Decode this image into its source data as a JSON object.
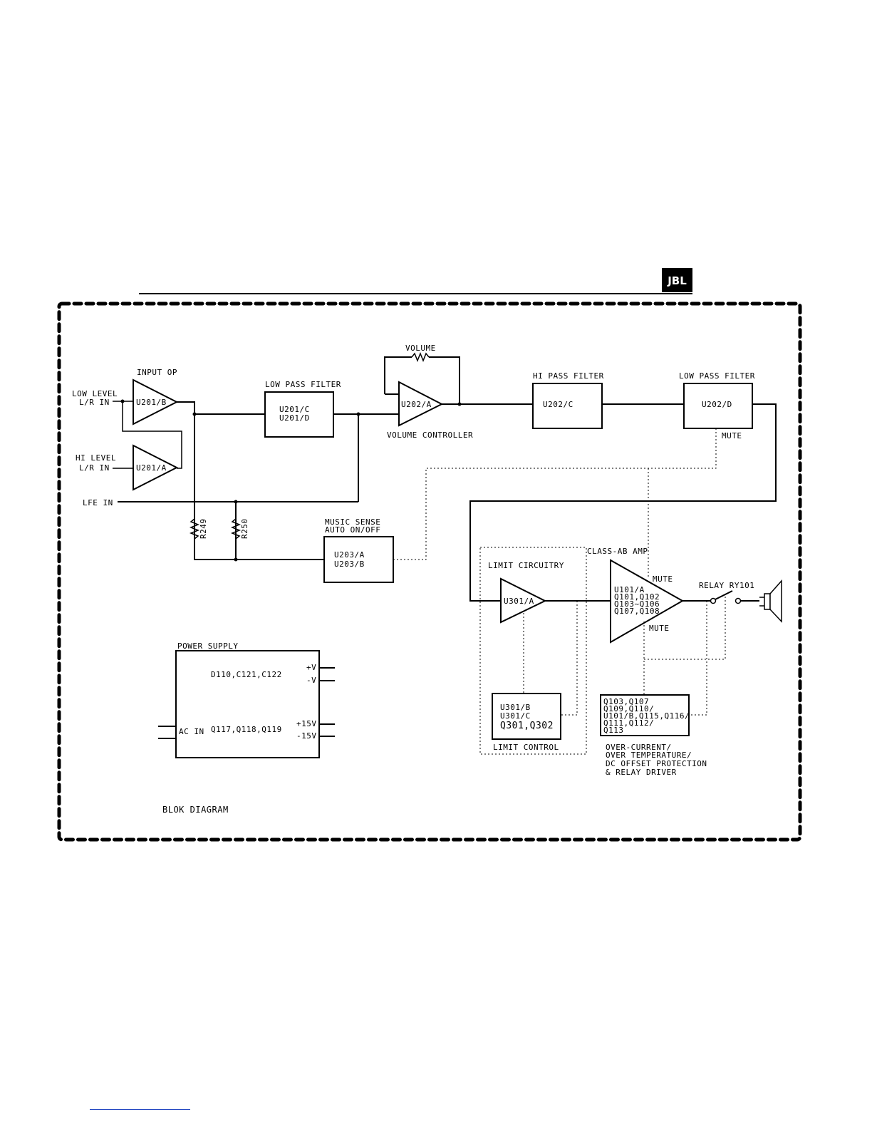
{
  "brand": {
    "logo_text": "JBL"
  },
  "diagram": {
    "title": "BLOK DIAGRAM",
    "inputs": {
      "low_level_1": "LOW LEVEL",
      "low_level_2": "L/R IN",
      "hi_level_1": "HI LEVEL",
      "hi_level_2": "L/R IN",
      "lfe": "LFE IN"
    },
    "input_op": {
      "label": "INPUT OP",
      "u201b": "U201/B",
      "u201a": "U201/A"
    },
    "lpf1": {
      "label": "LOW PASS FILTER",
      "line1": "U201/C",
      "line2": "U201/D"
    },
    "volume": {
      "label": "VOLUME",
      "opamp": "U202/A",
      "controller": "VOLUME CONTROLLER"
    },
    "hpf": {
      "label": "HI PASS FILTER",
      "part": "U202/C"
    },
    "lpf2": {
      "label": "LOW PASS FILTER",
      "part": "U202/D",
      "mute": "MUTE"
    },
    "resistors": {
      "r249": "R249",
      "r250": "R250"
    },
    "music_sense": {
      "label1": "MUSIC SENSE",
      "label2": "AUTO ON/OFF",
      "line1": "U203/A",
      "line2": "U203/B"
    },
    "limit": {
      "circuitry": "LIMIT CIRCUITRY",
      "opamp": "U301/A",
      "ctrl_line1": "U301/B",
      "ctrl_line2": "U301/C",
      "ctrl_line3": "Q301,Q302",
      "control_label": "LIMIT CONTROL"
    },
    "amp": {
      "label": "CLASS-AB AMP",
      "line1": "U101/A",
      "line2": "Q101,Q102",
      "line3": "Q103~Q106",
      "line4": "Q107,Q108",
      "mute_top": "MUTE",
      "mute_bottom": "MUTE"
    },
    "relay": {
      "label": "RELAY RY101"
    },
    "protection": {
      "line1": "Q103,Q107",
      "line2": "Q109,Q110/",
      "line3": "U101/B,Q115,Q116/",
      "line4": "Q111,Q112/",
      "line5": "Q113",
      "desc1": "OVER-CURRENT/",
      "desc2": "OVER TEMPERATURE/",
      "desc3": "DC OFFSET PROTECTION",
      "desc4": "& RELAY DRIVER"
    },
    "power": {
      "label": "POWER SUPPLY",
      "line1": "D110,C121,C122",
      "line2": "Q117,Q118,Q119",
      "ac_in": "AC IN",
      "pv": "+V",
      "nv": "-V",
      "p15": "+15V",
      "n15": "-15V"
    }
  }
}
